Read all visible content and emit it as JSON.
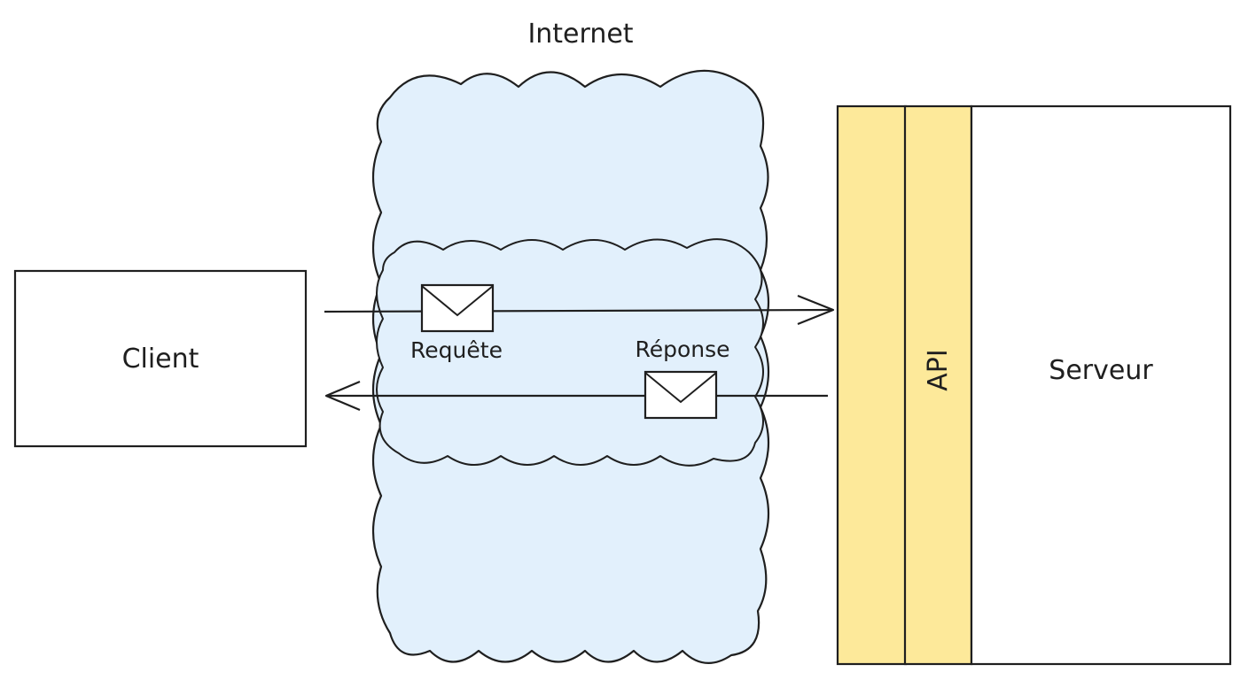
{
  "labels": {
    "internet": "Internet",
    "client": "Client",
    "request": "Requête",
    "response": "Réponse",
    "api": "API",
    "server": "Serveur"
  },
  "colors": {
    "stroke": "#1f1f1f",
    "cloud_fill": "#e2f0fc",
    "api_fill": "#fde99a",
    "box_fill": "#ffffff",
    "envelope_fill": "#ffffff"
  }
}
